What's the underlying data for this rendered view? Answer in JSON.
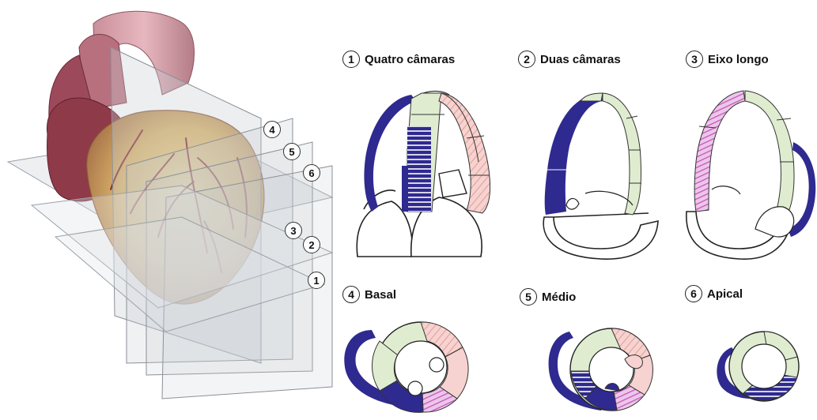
{
  "colors": {
    "normal": "#dfeccd",
    "akinetic": "#2e2a8f",
    "dyskinetic": "#f6d3d0",
    "hatch_pink": "#e4a09a",
    "hatch_magenta": "#c24fb5",
    "heart_body": "#d9b36a",
    "heart_dark": "#8e3a48",
    "plane": "#c9cdd3"
  },
  "views": [
    {
      "num": "1",
      "name": "Quatro câmaras"
    },
    {
      "num": "2",
      "name": "Duas câmaras"
    },
    {
      "num": "3",
      "name": "Eixo longo"
    },
    {
      "num": "4",
      "name": "Basal"
    },
    {
      "num": "5",
      "name": "Médio"
    },
    {
      "num": "6",
      "name": "Apical"
    }
  ],
  "plane_markers": {
    "p4": "4",
    "p5": "5",
    "p6": "6",
    "p3": "3",
    "p2": "2",
    "p1": "1"
  }
}
